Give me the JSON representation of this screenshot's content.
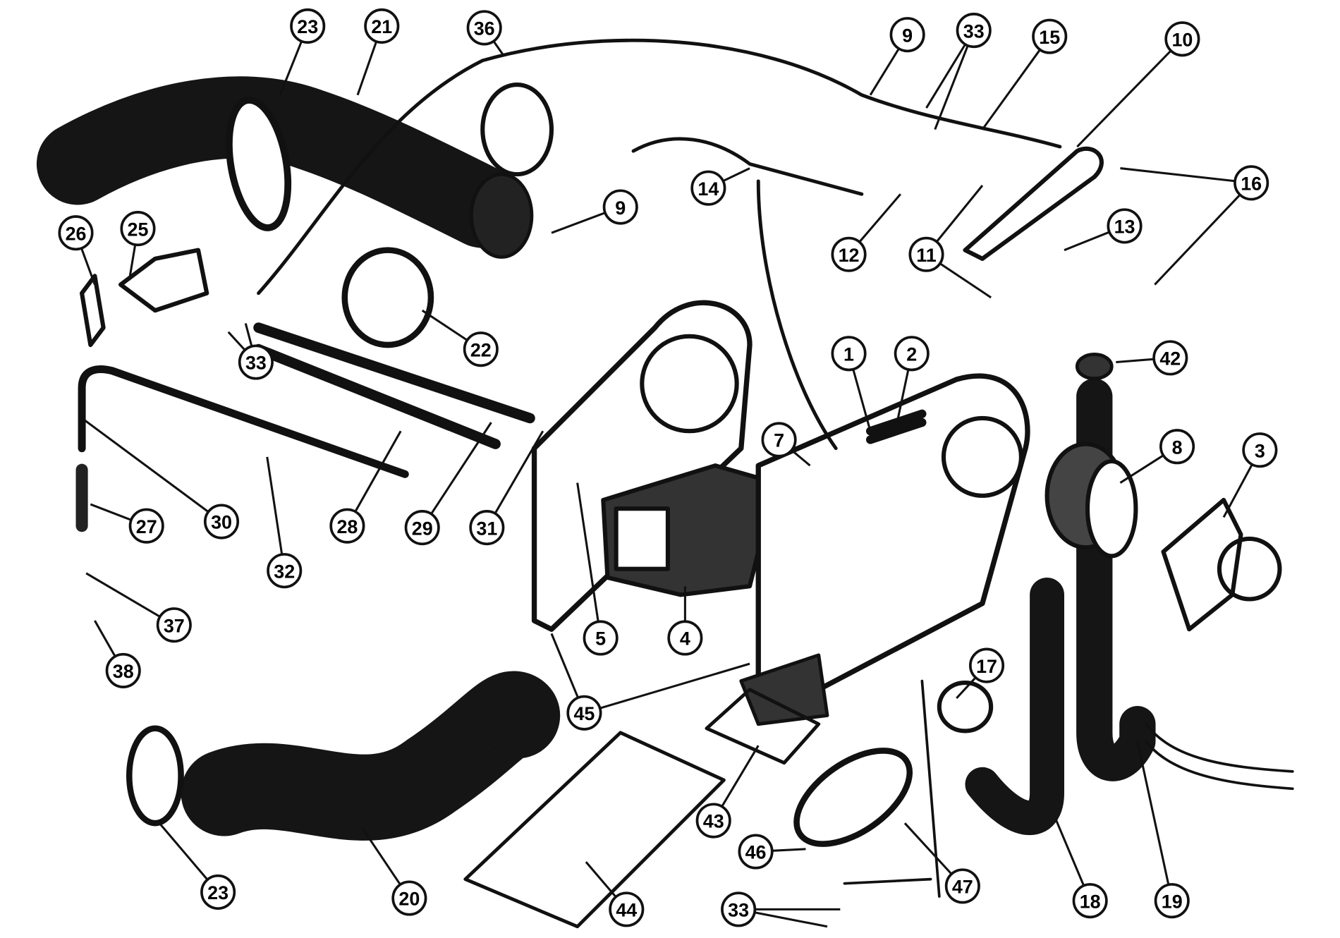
{
  "diagram": {
    "type": "exploded-parts-diagram",
    "callouts": [
      "23",
      "21",
      "36",
      "9",
      "33",
      "15",
      "10",
      "16",
      "14",
      "12",
      "11",
      "13",
      "9",
      "26",
      "25",
      "22",
      "33",
      "1",
      "2",
      "42",
      "8",
      "3",
      "7",
      "30",
      "27",
      "28",
      "29",
      "31",
      "32",
      "37",
      "5",
      "4",
      "38",
      "45",
      "17",
      "43",
      "46",
      "47",
      "23",
      "20",
      "44",
      "33",
      "18",
      "19"
    ],
    "colors": {
      "ink": "#111111",
      "paper": "#ffffff"
    }
  }
}
